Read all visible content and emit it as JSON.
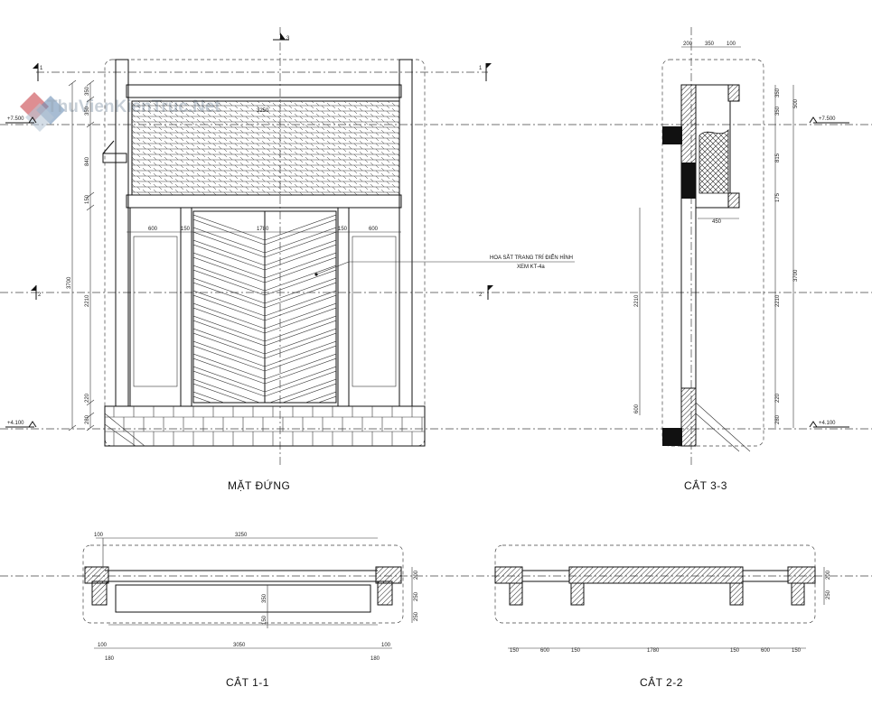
{
  "titles": {
    "elevation": "MẶT ĐỨNG",
    "section33": "CẮT 3-3",
    "section11": "CẮT 1-1",
    "section22": "CẮT 2-2"
  },
  "watermark": "ThuVienKienTruc.Net",
  "annotation": {
    "line1": "HOA SẮT TRANG TRÍ ĐIỂN HÌNH",
    "line2": "XEM KT-4a"
  },
  "section_marks": {
    "m1": "1",
    "m2": "2",
    "m3": "3"
  },
  "levels": {
    "top": "+7.500",
    "bottom": "+4.100"
  },
  "elevation_dims": {
    "left_total": "3700",
    "left_a": "350",
    "left_b": "350",
    "left_c": "840",
    "left_d": "150",
    "left_e": "2210",
    "left_f": "220",
    "left_g": "280",
    "top_a": "600",
    "top_b": "150",
    "top_c": "1780",
    "top_d": "150",
    "top_e": "600",
    "beam": "3250"
  },
  "s33_dims": {
    "t1": "200",
    "t2": "350",
    "t3": "100",
    "r1": "350",
    "r2": "815",
    "r3": "175",
    "r4": "2210",
    "r5": "220",
    "r6": "280",
    "rt1": "500",
    "rt2": "3700",
    "w450": "450",
    "l2210": "2210",
    "l600": "600"
  },
  "s11_dims": {
    "t100": "100",
    "t3250": "3250",
    "b100a": "100",
    "b3050": "3050",
    "b100b": "100",
    "b180a": "180",
    "b180b": "180",
    "v350": "350",
    "v150": "150",
    "r200": "200",
    "r250a": "250",
    "r250b": "250"
  },
  "s22_dims": {
    "b1": "150",
    "b2": "600",
    "b3": "150",
    "b4": "1780",
    "b5": "150",
    "b6": "600",
    "b7": "150",
    "r200": "200",
    "r250": "250"
  },
  "colors": {
    "line": "#111111",
    "hatch": "#333333",
    "watermark_red": "#c8424a",
    "watermark_blue": "#6d8fb6"
  }
}
